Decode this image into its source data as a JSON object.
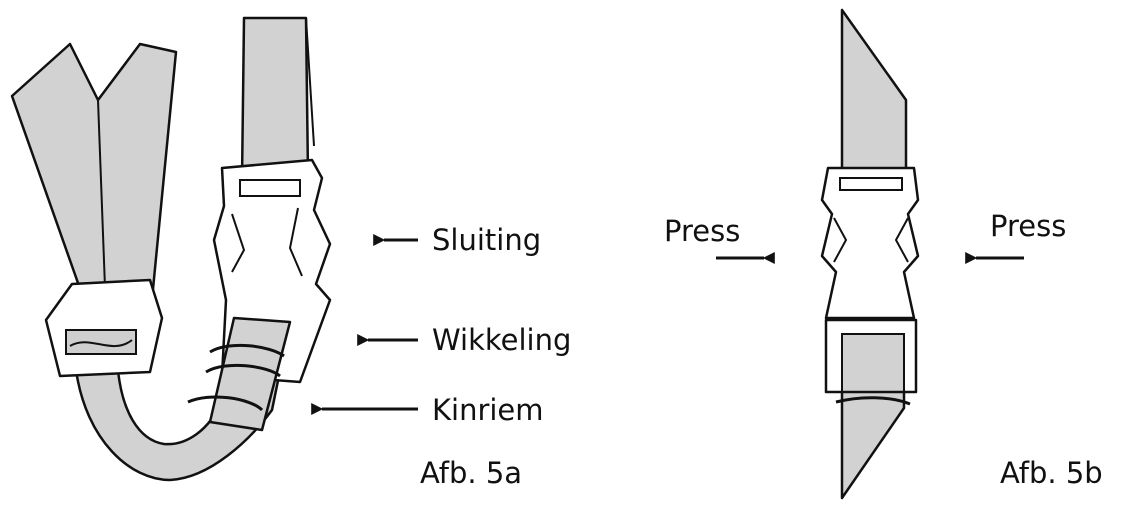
{
  "figure_a": {
    "caption": "Afb. 5a",
    "labels": {
      "buckle": "Sluiting",
      "wrap": "Wikkeling",
      "chin_strap": "Kinriem"
    }
  },
  "figure_b": {
    "caption": "Afb. 5b",
    "press_left": "Press",
    "press_right": "Press"
  },
  "colors": {
    "strap_fill": "#d2d2d2",
    "line": "#111111",
    "buckle_fill": "#ffffff"
  }
}
